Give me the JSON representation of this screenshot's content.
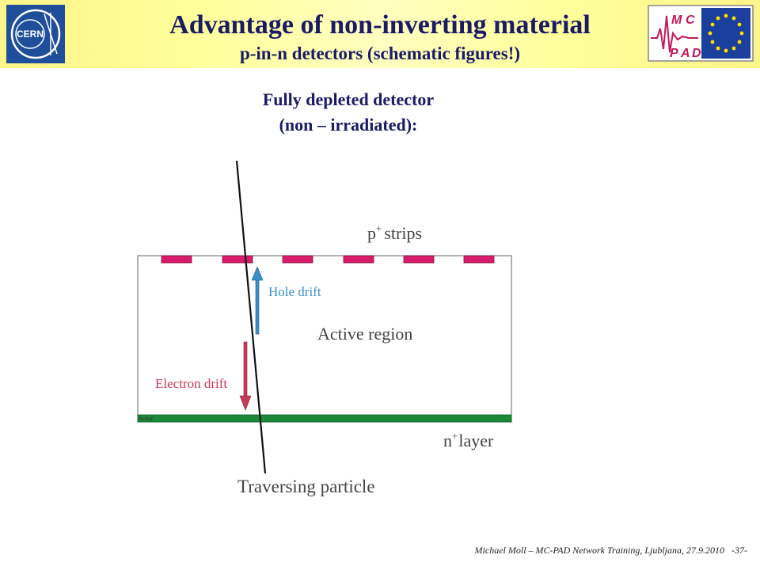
{
  "header": {
    "title": "Advantage of non-inverting material",
    "subtitle": "p-in-n detectors  (schematic figures!)",
    "cern_logo_text": "CERN",
    "mcpad_logo_text": [
      "M",
      "C",
      "P",
      "A",
      "D"
    ]
  },
  "diagram": {
    "heading_line1": "Fully depleted detector",
    "heading_line2": "(non – irradiated):",
    "strips_label": "p",
    "strips_label_sup": "+",
    "strips_label_rest": "strips",
    "hole_drift": "Hole drift",
    "active_region": "Active region",
    "electron_drift": "Electron drift",
    "n_layer_label": "n",
    "n_layer_sup": "+",
    "n_layer_rest": "layer",
    "traversing_particle": "Traversing particle",
    "watermark": "M.Moll",
    "colors": {
      "strip": "#d81b6a",
      "n_layer": "#1a8a3a",
      "hole_arrow": "#3a8fc8",
      "electron_arrow": "#c83a5a",
      "text": "#444444"
    }
  },
  "footer": {
    "credit": "Michael Moll – MC-PAD Network Training, Ljubljana, 27.9.2010",
    "page": "-37-"
  }
}
